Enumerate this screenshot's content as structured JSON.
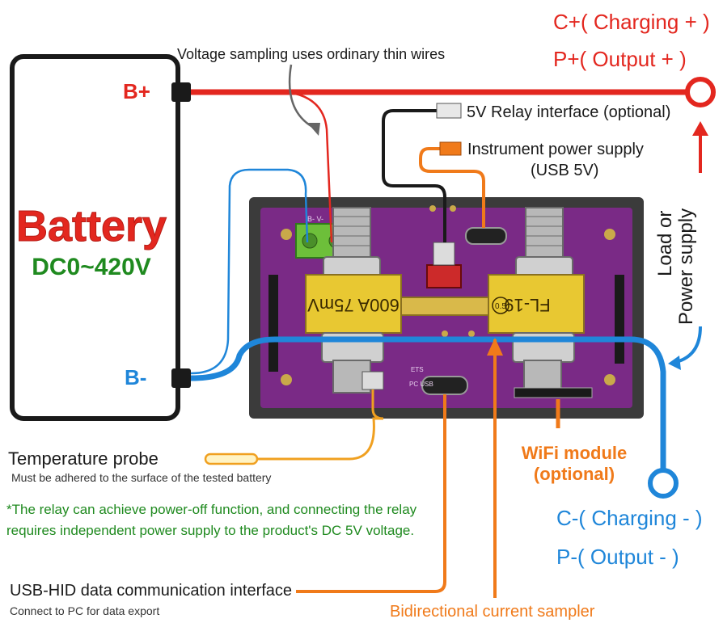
{
  "labels": {
    "charge_plus": "C+( Charging + )",
    "output_plus": "P+( Output +   )",
    "charge_minus": "C-( Charging - )",
    "output_minus": "P-( Output -   )",
    "voltage_sampling": "Voltage sampling uses ordinary thin wires",
    "relay_interface": "5V Relay interface (optional)",
    "instrument_power": "Instrument power supply",
    "instrument_power_sub": "(USB 5V)",
    "load_or_supply_1": "Load or",
    "load_or_supply_2": "Power supply",
    "battery_plus": "B+",
    "battery_minus": "B-",
    "battery_title": "Battery",
    "battery_range": "DC0~420V",
    "shunt_left": "600A 75mV",
    "shunt_right": "FL-19",
    "shunt_right_badge": "0.5",
    "temp_probe": "Temperature probe",
    "temp_probe_note": "Must be adhered to the surface of the tested battery",
    "relay_note": "*The relay can achieve power-off function, and connecting the relay requires independent power supply to the product's DC 5V voltage.",
    "usb_hid": "USB-HID data communication interface",
    "usb_hid_note": "Connect to PC for data export",
    "wifi_1": "WiFi module",
    "wifi_2": "(optional)",
    "current_sampler": "Bidirectional current sampler",
    "pcb_text_usb": "PC USB",
    "pcb_text_ets": "ETS",
    "pcb_text_bv": "B- V-"
  },
  "colors": {
    "positive": "#e3271f",
    "negative": "#1f86d9",
    "signal": "#f07a1a",
    "pcb": "#7a2a86",
    "shunt": "#e8c832",
    "battery_title": "#e3271f",
    "battery_range": "#1f8a1f"
  }
}
